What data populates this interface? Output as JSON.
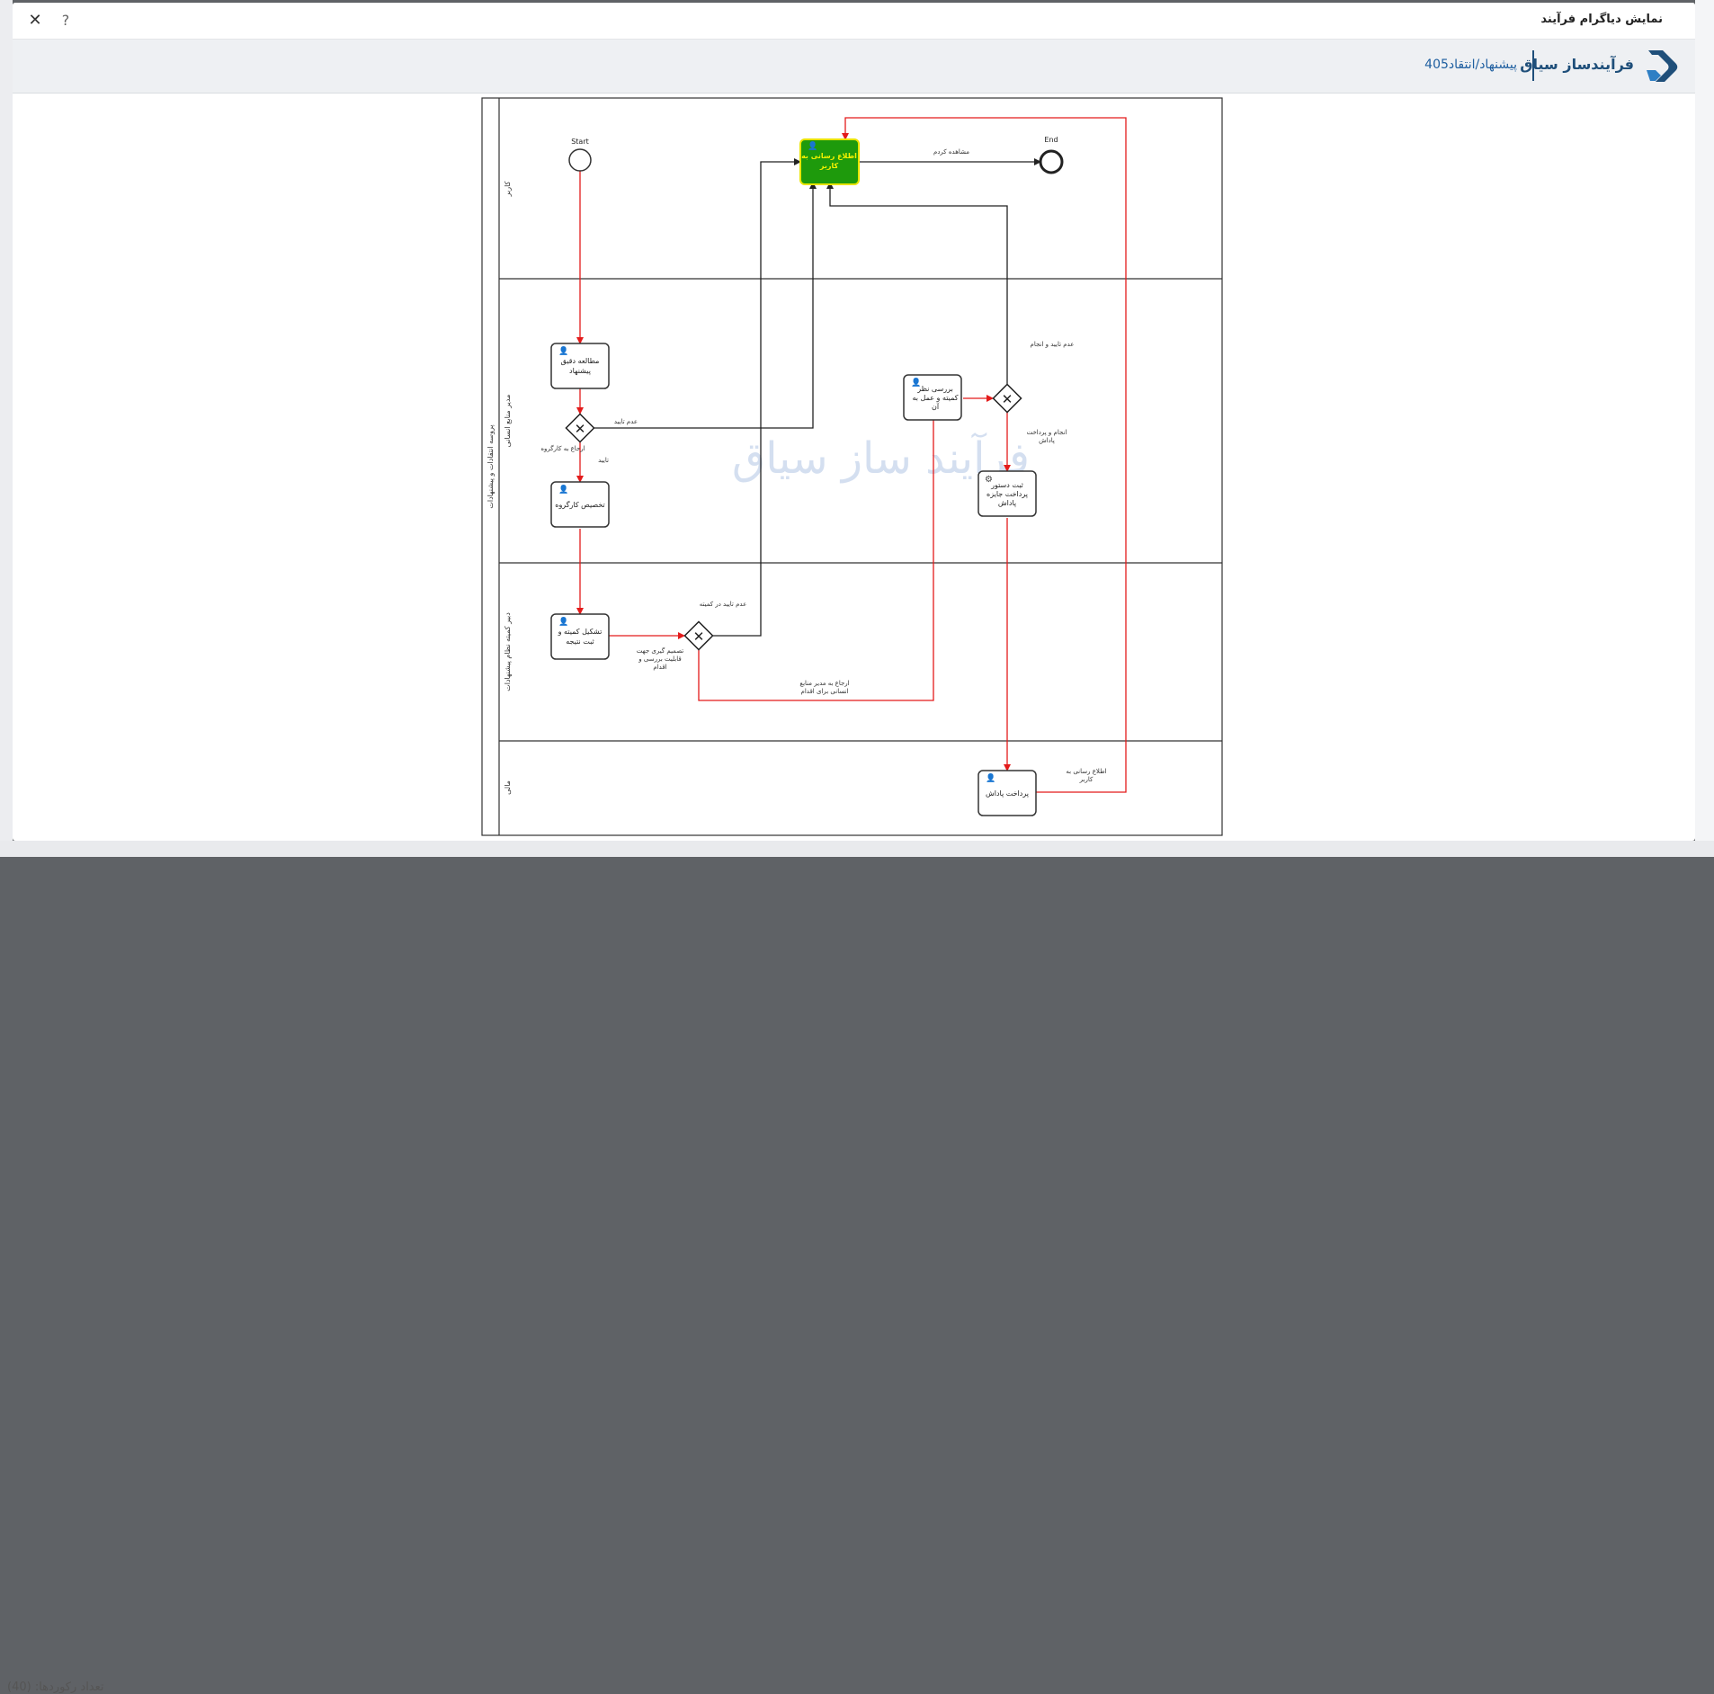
{
  "modal": {
    "title": "نمایش دیاگرام فرآیند",
    "close_icon": "close-icon",
    "help_icon": "help-icon"
  },
  "brand": {
    "name": "فرآیندساز سیاق",
    "process_name": "پیشنهاد/انتقاد405",
    "logo_icon": "brand-logo-icon"
  },
  "watermark": "فرآیند ساز سیاق",
  "background": {
    "bottom_text": "تعداد رکوردها: (40)"
  },
  "diagram": {
    "pool_label": "پروسه انتقادات و پیشنهادات",
    "lanes": [
      {
        "label": "کاربر"
      },
      {
        "label": "مدیر منابع انسانی"
      },
      {
        "label": "دبیر کمیته نظام پیشنهادات"
      },
      {
        "label": "مالی"
      }
    ],
    "events": {
      "start": "Start",
      "end": "End"
    },
    "tasks": {
      "notify_user": [
        "اطلاع رسانی به",
        "کاربر"
      ],
      "study_proposal": [
        "مطالعه دقیق",
        "پیشنهاد"
      ],
      "assign_workgroup": [
        "تخصیص کارگروه"
      ],
      "form_committee": [
        "تشکیل کمیته و",
        "ثبت نتیجه"
      ],
      "review_committee": [
        "بررسی نظر",
        "کمیته و عمل به",
        "آن"
      ],
      "reward_order": [
        "ثبت دستور",
        "پرداخت جایزه",
        "پاداش"
      ],
      "pay_reward": [
        "پرداخت پاداش"
      ]
    },
    "flow_labels": {
      "seen": "مشاهده کردم",
      "not_approved": "عدم تایید",
      "refer_workgroup": "ارجاع به کارگروه",
      "approved": "تایید",
      "committee_not_approved": "عدم تایید در کمیته",
      "decide_review": [
        "تصمیم گیری جهت",
        "قابلیت بررسی و",
        "اقدام"
      ],
      "refer_hr": [
        "ارجاع به مدیر منابع",
        "انسانی برای اقدام"
      ],
      "reject_execute": "عدم تایید و انجام",
      "execute_pay": [
        "انجام و پرداخت",
        "پاداش"
      ],
      "notify_user_flow": [
        "اطلاع رسانی به",
        "کاربر"
      ]
    },
    "colors": {
      "active_task": "#1e9a0c",
      "active_task_border": "#e8e400",
      "active_task_text": "#f5f100",
      "flow_active": "#e31b1b",
      "flow_default": "#222222"
    }
  }
}
